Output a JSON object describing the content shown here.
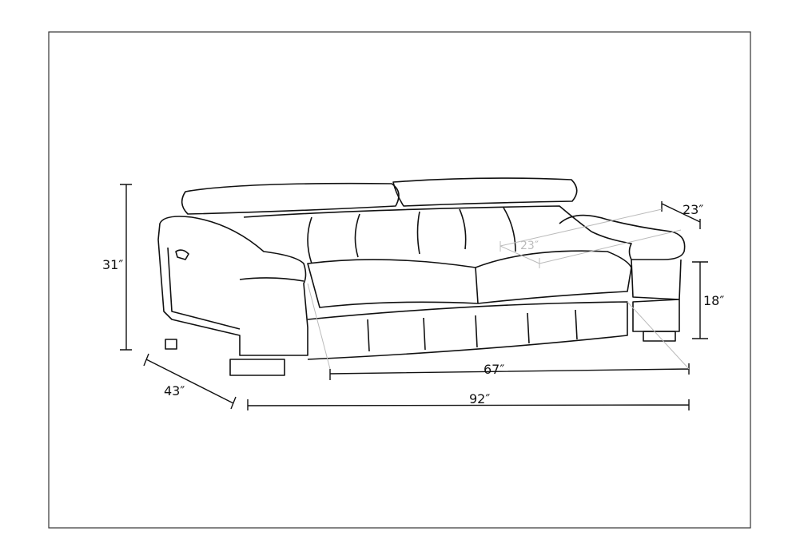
{
  "diagram": {
    "subject": "sofa",
    "dimensions": {
      "height": "31″",
      "depth": "43″",
      "overall_width": "92″",
      "seat_width": "67″",
      "arm_height": "18″",
      "arm_depth": "23″",
      "seat_depth": "23″"
    },
    "colors": {
      "line": "#111111",
      "dimension_gray": "#bbbbbb",
      "frame": "#333333"
    }
  }
}
